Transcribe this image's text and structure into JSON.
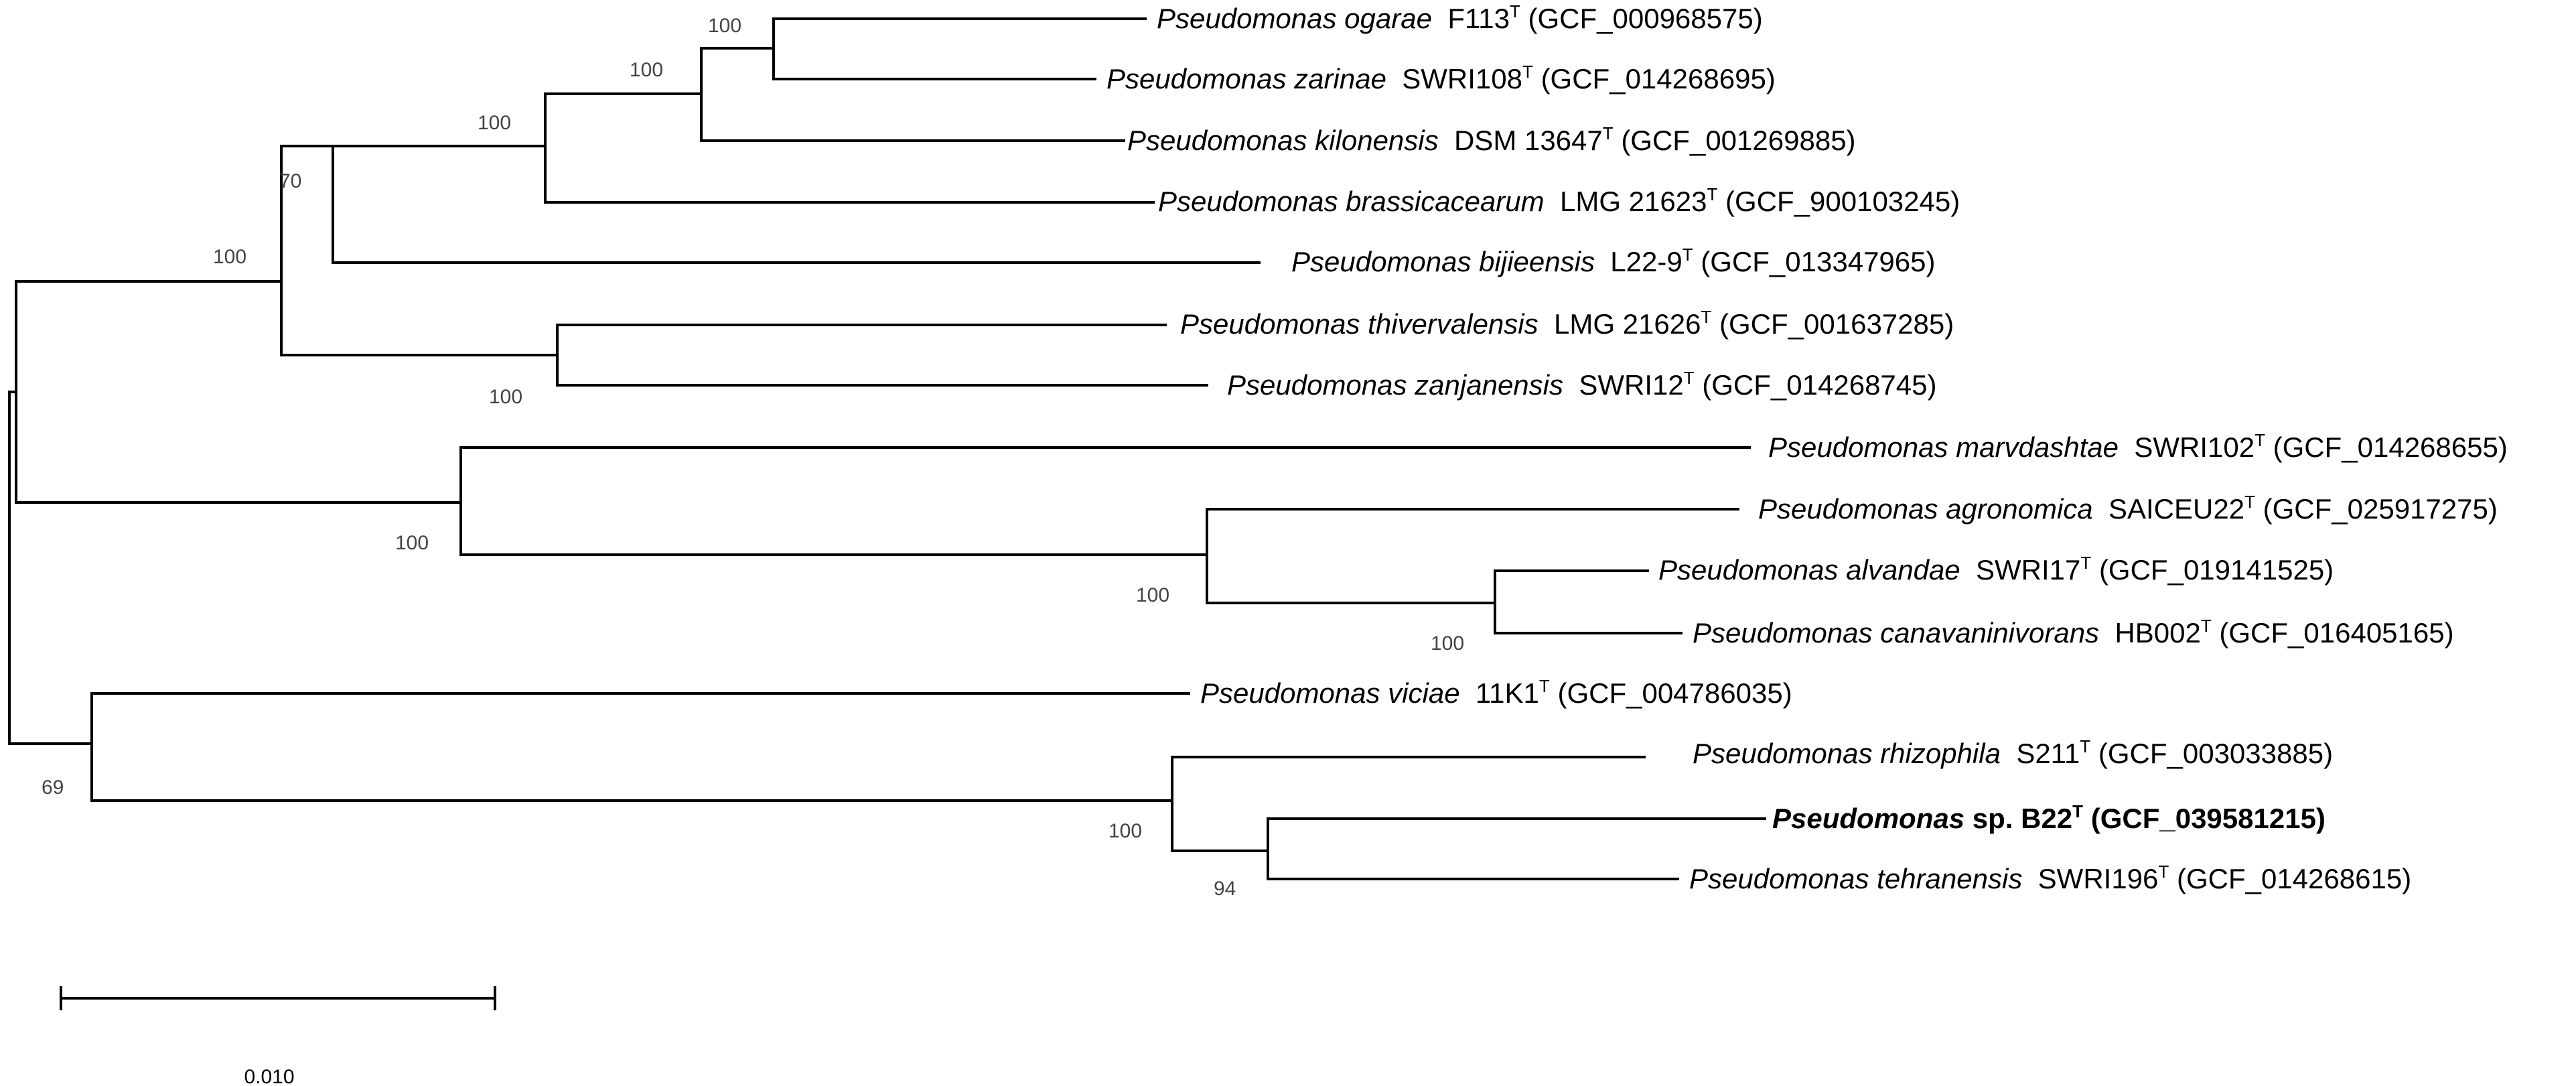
{
  "leaves": [
    {
      "id": "ogarae",
      "genus": "Pseudomonas",
      "epithet": "ogarae",
      "strain": "F113",
      "mark": "T",
      "accession": "(GCF_000968575)",
      "bold": false
    },
    {
      "id": "zarinae",
      "genus": "Pseudomonas",
      "epithet": "zarinae",
      "strain": "SWRI108",
      "mark": "T",
      "accession": "(GCF_014268695)",
      "bold": false
    },
    {
      "id": "kilonensis",
      "genus": "Pseudomonas",
      "epithet": "kilonensis",
      "strain": "DSM 13647",
      "mark": "T",
      "accession": "(GCF_001269885)",
      "bold": false
    },
    {
      "id": "brassicacearum",
      "genus": "Pseudomonas",
      "epithet": "brassicacearum",
      "strain": "LMG 21623",
      "mark": "T",
      "accession": "(GCF_900103245)",
      "bold": false
    },
    {
      "id": "bijieensis",
      "genus": "Pseudomonas",
      "epithet": "bijieensis",
      "strain": "L22-9",
      "mark": "T",
      "accession": "(GCF_013347965)",
      "bold": false
    },
    {
      "id": "thivervalensis",
      "genus": "Pseudomonas",
      "epithet": "thivervalensis",
      "strain": "LMG 21626",
      "mark": "T",
      "accession": "(GCF_001637285)",
      "bold": false
    },
    {
      "id": "zanjanensis",
      "genus": "Pseudomonas",
      "epithet": "zanjanensis",
      "strain": "SWRI12",
      "mark": "T",
      "accession": "(GCF_014268745)",
      "bold": false
    },
    {
      "id": "marvdashtae",
      "genus": "Pseudomonas",
      "epithet": "marvdashtae",
      "strain": "SWRI102",
      "mark": "T",
      "accession": "(GCF_014268655)",
      "bold": false
    },
    {
      "id": "agronomica",
      "genus": "Pseudomonas",
      "epithet": "agronomica",
      "strain": "SAICEU22",
      "mark": "T",
      "accession": "(GCF_025917275)",
      "bold": false
    },
    {
      "id": "alvandae",
      "genus": "Pseudomonas",
      "epithet": "alvandae",
      "strain": "SWRI17",
      "mark": "T",
      "accession": "(GCF_019141525)",
      "bold": false
    },
    {
      "id": "canavaninivorans",
      "genus": "Pseudomonas",
      "epithet": "canavaninivorans",
      "strain": "HB002",
      "mark": "T",
      "accession": "(GCF_016405165)",
      "bold": false
    },
    {
      "id": "viciae",
      "genus": "Pseudomonas",
      "epithet": "viciae",
      "strain": "11K1",
      "mark": "T",
      "accession": "(GCF_004786035)",
      "bold": false
    },
    {
      "id": "rhizophila",
      "genus": "Pseudomonas",
      "epithet": "rhizophila",
      "strain": "S211",
      "mark": "T",
      "accession": "(GCF_003033885)",
      "bold": false
    },
    {
      "id": "b22",
      "genus": "Pseudomonas",
      "epithet": "",
      "strain": "sp. B22",
      "mark": "T",
      "accession": "(GCF_039581215)",
      "bold": true
    },
    {
      "id": "tehranensis",
      "genus": "Pseudomonas",
      "epithet": "tehranensis",
      "strain": "SWRI196",
      "mark": "T",
      "accession": "(GCF_014268615)",
      "bold": false
    }
  ],
  "bootstrap": {
    "ogarae_zarinae": "100",
    "kilonensis_clade": "100",
    "brassicacearum_clade": "100",
    "bijieensis_clade": "70",
    "fluorescens_group": "100",
    "thivervalensis_zanjanensis": "100",
    "marvdashtae_clade": "100",
    "agronomica_clade": "100",
    "alvandae_canavaninivorans": "100",
    "viciae_clade": "69",
    "rhizophila_clade": "100",
    "b22_tehranensis": "94"
  },
  "scale_bar": {
    "label": "0.010"
  }
}
